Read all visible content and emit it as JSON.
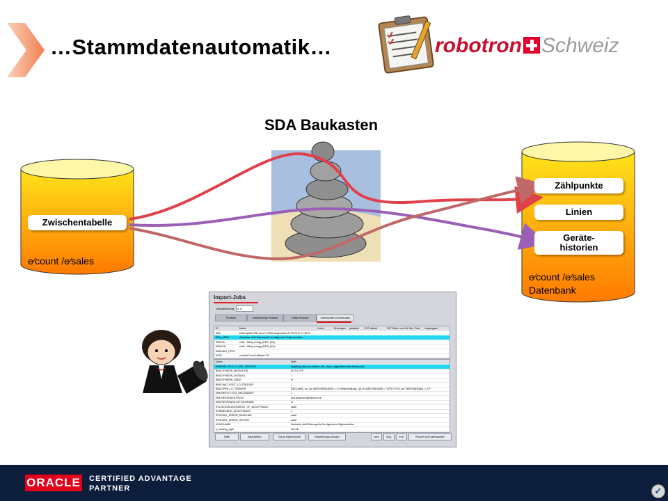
{
  "header": {
    "title": "…Stammdatenautomatik…",
    "brand_robotron": "robotron",
    "brand_schweiz": "Schweiz"
  },
  "diagram": {
    "center_title": "SDA Baukasten",
    "left_db": {
      "pill": "Zwischentabelle",
      "caption": "e∕count /e∕sales"
    },
    "right_db": {
      "pills": [
        "Zählpunkte",
        "Linien",
        "Geräte-\nhistorien"
      ],
      "caption_line1": "e∕count /e∕sales",
      "caption_line2": "Datenbank"
    },
    "colors": {
      "cylinder_top": "#ffe31a",
      "cylinder_bottom": "#ff7a00",
      "arrow_red": "#e0404a",
      "arrow_purple": "#9b5fb5",
      "arrow_brown": "#b86060",
      "arrow_chevron": "#f4a07a"
    }
  },
  "screenshot": {
    "window_title": "Import-Jobs",
    "filter_label": "Aktualisierung",
    "filter_value": "A.U",
    "tabs": [
      "Prozesse",
      "Verarbeitungs-Protokoll",
      "Fehler-Protokoll",
      "Datenquellen-Einstellungen"
    ],
    "top_columns": [
      "ID",
      "Name",
      "Lösch",
      "Erzwingen",
      "plausibel",
      "ZST aktuell",
      "ZST Delta",
      "von Ort/ Hist",
      "Fest",
      "Vorgangsart"
    ],
    "top_rows": [
      {
        "id": "EBK",
        "name": "Datenquelle EBK durch KOMA angefordert 03.05.2010 17:18:13",
        "sel": false
      },
      {
        "id": "EBK_ABEIK",
        "name": "Abstrakte stellt Datenquelle für allgemeine Eigenschaften",
        "sel": true
      },
      {
        "id": "EBKXIA",
        "name": "ebkk - billing energy (DEC) (Eis)",
        "sel": false
      },
      {
        "id": "EBKXYB",
        "name": "ebkk - billing energy (DEG) (Eis)",
        "sel": false
      },
      {
        "id": "EBKUNIO_POST",
        "name": "",
        "sel": false
      },
      {
        "id": "ECRI",
        "name": "croutine?count Alibaten R1",
        "sel": false
      }
    ],
    "bottom_columns": [
      "Name",
      "Wert"
    ],
    "bottom_rows": [
      {
        "name": "EBKXIRE_FILE_CLOSE_TRIGGER",
        "value": "begilsing_dbis.am_picture_file_close_trigger(New.New,New(Lend)",
        "sel": true
      },
      {
        "name": "BINIO.FHEDIN_MIGRATION",
        "value": "AUTO-OFF",
        "sel": false
      },
      {
        "name": "BINIO.FHEDIN_NOTNULL",
        "value": "J",
        "sel": false
      },
      {
        "name": "BINIO.FHEDIN_ONCE",
        "value": "N",
        "sel": false
      },
      {
        "name": "BINIO.NIO_POST_LO_TRIGGER",
        "value": "J",
        "sel": false
      },
      {
        "name": "BINIO.PRE_LO_TRIGGER",
        "value": "DECLARE(_err_tpr VARCHAR2(4000) := 1;Fehlermeldung=..gt_id VARCHAR2(80) := 1;PDT-E/FU_iter VARCHAR2(80) := 1;P",
        "sel": false
      },
      {
        "name": "EBK.REPLY-TO.fO_SECONDARY",
        "value": "J",
        "sel": false
      },
      {
        "name": "EBK.RESPONSE.FROM",
        "value": "carl.lamphurio@robotron.ch",
        "sel": false
      },
      {
        "name": "EBK.RESPONSE.GIFTSCHRANK",
        "value": "N",
        "sel": false
      },
      {
        "name": "IP.ACKNOWLEDGEMENT_OF_ACCEPTANCE",
        "value": "aaaK",
        "sel": false
      },
      {
        "name": "IP.IMMEDIATE_ACCEPTANCE",
        "value": "J",
        "sel": false
      },
      {
        "name": "IP.MODEL_ERROR_DEADLINE",
        "value": "aaaK",
        "sel": false
      },
      {
        "name": "IP.MODEL_ERROR_REPORT",
        "value": "aaaK",
        "sel": false
      },
      {
        "name": "KUND NAME",
        "value": "Abstrakte stellt Datenquelle für allgemeine Eigenschaften",
        "sel": false
      },
      {
        "name": "p_richtung_sgat",
        "value": "FALSE",
        "sel": false
      }
    ],
    "buttons": [
      "Hilfe",
      "Bearbeiten",
      "Neue Eigenschaft",
      "Einstellungs-Wizard",
      "Ank",
      "SQL",
      "Exit",
      "Report zur Datenquelle"
    ]
  },
  "footer": {
    "oracle": "ORACLE",
    "cert_line1": "CERTIFIED ADVANTAGE",
    "cert_line2": "PARTNER",
    "badge": "✓"
  }
}
